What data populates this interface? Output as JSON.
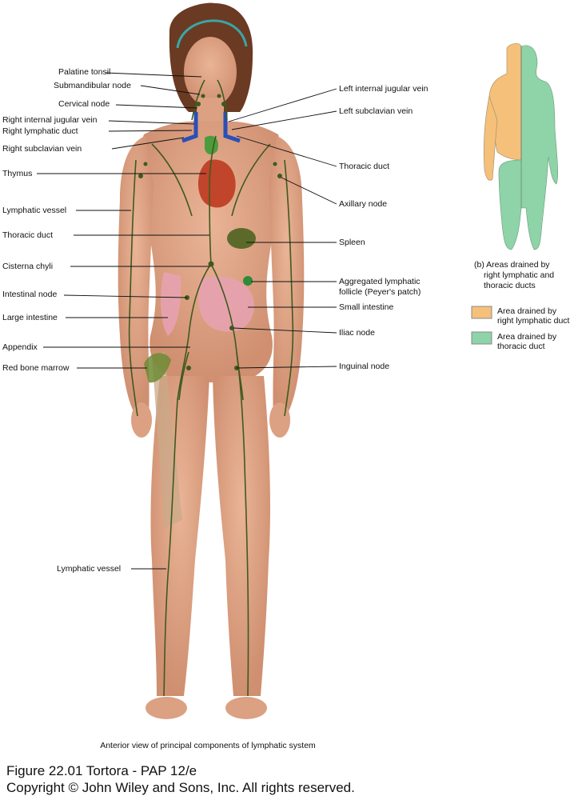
{
  "labels_left": {
    "palatine_tonsil": "Palatine tonsil",
    "submandibular_node": "Submandibular node",
    "cervical_node": "Cervical node",
    "right_internal_jugular_vein": "Right internal jugular vein",
    "right_lymphatic_duct": "Right lymphatic duct",
    "right_subclavian_vein": "Right subclavian vein",
    "thymus": "Thymus",
    "lymphatic_vessel": "Lymphatic vessel",
    "thoracic_duct": "Thoracic duct",
    "cisterna_chyli": "Cisterna chyli",
    "intestinal_node": "Intestinal node",
    "large_intestine": "Large intestine",
    "appendix": "Appendix",
    "red_bone_marrow": "Red bone marrow",
    "lymphatic_vessel_leg": "Lymphatic vessel"
  },
  "labels_right": {
    "left_internal_jugular_vein": "Left internal jugular vein",
    "left_subclavian_vein": "Left subclavian vein",
    "thoracic_duct": "Thoracic duct",
    "axillary_node": "Axillary node",
    "spleen": "Spleen",
    "aggregated_lymphatic_follicle_1": "Aggregated lymphatic",
    "aggregated_lymphatic_follicle_2": "follicle (Peyer's patch)",
    "small_intestine": "Small intestine",
    "iliac_node": "Iliac node",
    "inguinal_node": "Inguinal node"
  },
  "panel_b": {
    "caption_line1": "(b) Areas drained by",
    "caption_line2": "right lymphatic and",
    "caption_line3": "thoracic ducts",
    "legend": [
      {
        "line1": "Area drained by",
        "line2": "right lymphatic duct",
        "color": "#f5c07a"
      },
      {
        "line1": "Area drained by",
        "line2": "thoracic duct",
        "color": "#8fd3a8"
      }
    ]
  },
  "caption": "Anterior view of principal components of lymphatic system",
  "footer": {
    "line1": "Figure 22.01  Tortora - PAP 12/e",
    "line2": "Copyright © John Wiley and Sons, Inc. All rights reserved."
  },
  "colors": {
    "skin": "#e3a98a",
    "skin_shadow": "#c98567",
    "hair": "#6b3a22",
    "lymph": "#3f5a1e",
    "vein": "#2a4fb8",
    "heart": "#c0452b",
    "spleen": "#5b6a2a",
    "intestine": "#e7a2b0",
    "drain_right": "#f5c07a",
    "drain_thoracic": "#8fd3a8"
  }
}
